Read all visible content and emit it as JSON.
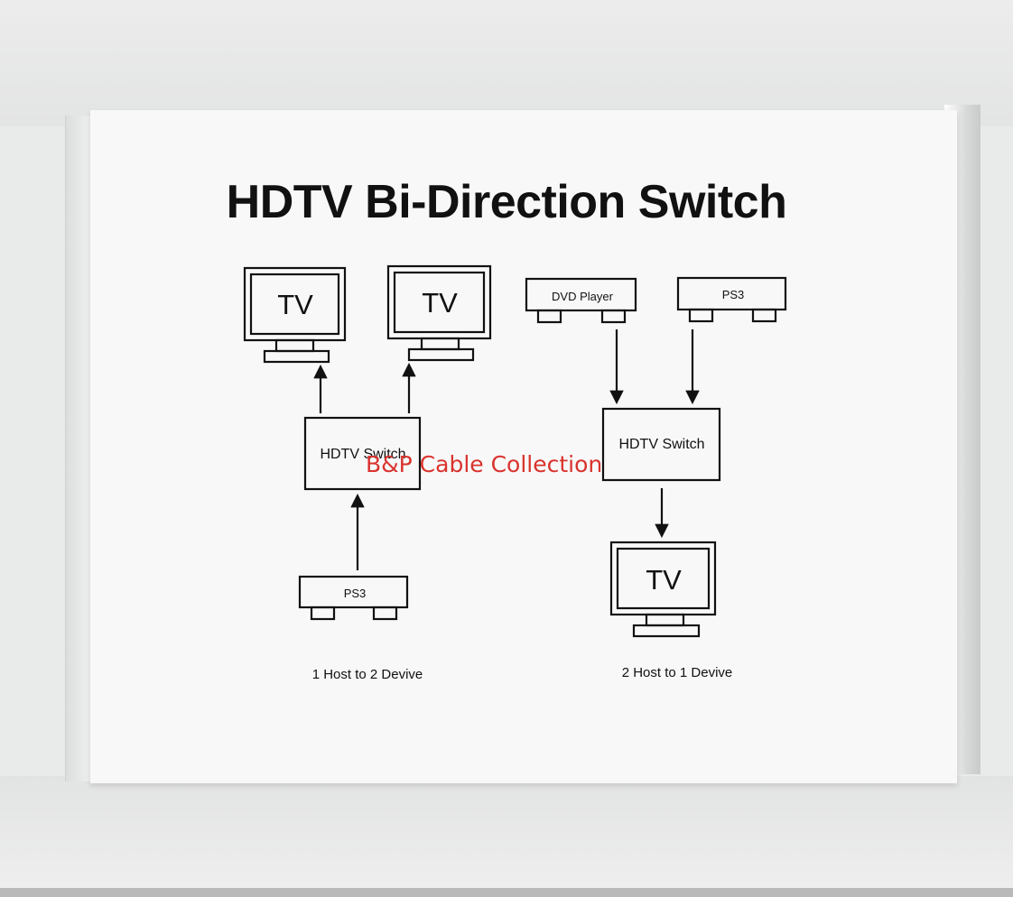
{
  "title": "HDTV Bi-Direction Switch",
  "left_diagram": {
    "tv_1": "TV",
    "tv_2": "TV",
    "switch": "HDTV Switch",
    "source": "PS3",
    "caption": "1 Host to 2 Devive"
  },
  "right_diagram": {
    "source_1": "DVD Player",
    "source_2": "PS3",
    "switch": "HDTV Switch",
    "tv": "TV",
    "caption": "2 Host to 1 Devive"
  },
  "watermark": "B&P Cable Collection"
}
